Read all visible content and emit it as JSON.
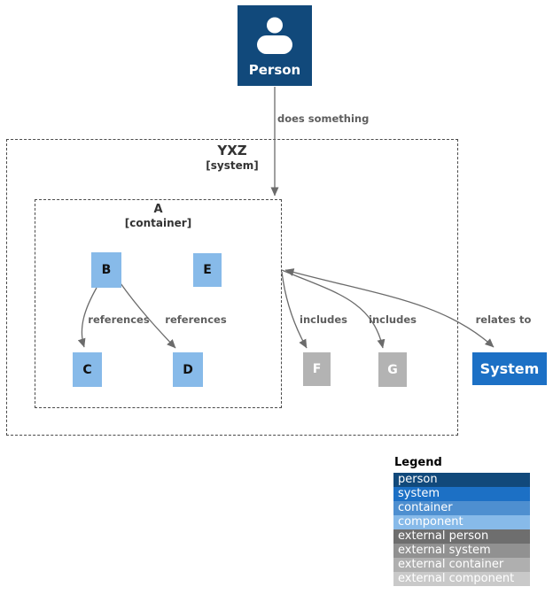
{
  "nodes": {
    "person": {
      "label": "Person"
    },
    "b": {
      "label": "B"
    },
    "e": {
      "label": "E"
    },
    "c": {
      "label": "C"
    },
    "d": {
      "label": "D"
    },
    "f": {
      "label": "F"
    },
    "g": {
      "label": "G"
    },
    "system": {
      "label": "System"
    }
  },
  "boundaries": {
    "yxz": {
      "title": "YXZ",
      "subtitle": "[system]"
    },
    "a": {
      "title": "A",
      "subtitle": "[container]"
    }
  },
  "edges": {
    "does_something": {
      "label": "does something"
    },
    "references_c": {
      "label": "references"
    },
    "references_d": {
      "label": "references"
    },
    "includes_f": {
      "label": "includes"
    },
    "includes_g": {
      "label": "includes"
    },
    "relates_to": {
      "label": "relates to"
    }
  },
  "legend": {
    "title": "Legend",
    "items": [
      {
        "label": "person",
        "color": "#11497B"
      },
      {
        "label": "system",
        "color": "#1C70C5"
      },
      {
        "label": "container",
        "color": "#4E8FD0"
      },
      {
        "label": "component",
        "color": "#87BAE9"
      },
      {
        "label": "external person",
        "color": "#6E6E6E"
      },
      {
        "label": "external system",
        "color": "#919191"
      },
      {
        "label": "external container",
        "color": "#AFAFAF"
      },
      {
        "label": "external component",
        "color": "#C9C9C9"
      }
    ]
  },
  "colors": {
    "arrow": "#6b6b6b",
    "edge_label": "#5e5e5e",
    "dashed_border": "#4a4a4a",
    "external_node": "#B3B3B3"
  }
}
